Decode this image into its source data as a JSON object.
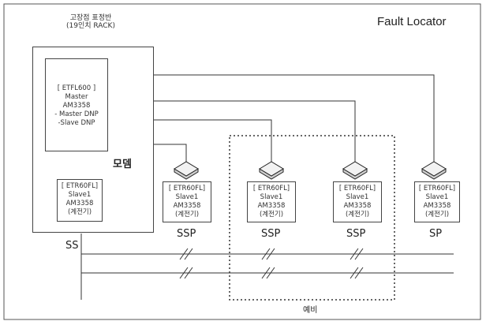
{
  "title": "Fault Locator",
  "rack": {
    "title_line1": "고장점 표정반",
    "title_line2": "(19인치 RACK)",
    "master": [
      "[ ETFL600 ]",
      "Master",
      "AM3358",
      "- Master DNP",
      "-Slave DNP"
    ],
    "modem_label": "모뎀",
    "slave": [
      "[ ETR60FL]",
      "Slave1",
      "AM3358",
      "(계전기)"
    ]
  },
  "stations": [
    {
      "lines": [
        "[ ETR60FL]",
        "Slave1",
        "AM3358",
        "(계전기)"
      ],
      "label": "SSP"
    },
    {
      "lines": [
        "[ ETR60FL]",
        "Slave1",
        "AM3358",
        "(계전기)"
      ],
      "label": "SSP"
    },
    {
      "lines": [
        "[ ETR60FL]",
        "Slave1",
        "AM3358",
        "(계전기)"
      ],
      "label": "SSP"
    },
    {
      "lines": [
        "[ ETR60FL]",
        "Slave1",
        "AM3358",
        "(계전기)"
      ],
      "label": "SP"
    }
  ],
  "bus_label": "SS",
  "spare_label": "예비",
  "colors": {
    "line": "#333333",
    "box_border": "#444444",
    "modem_fill": "#f2f2f2"
  }
}
